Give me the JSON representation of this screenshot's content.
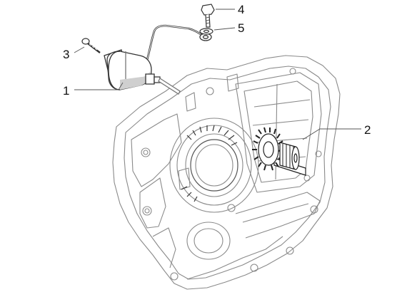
{
  "diagram": {
    "callouts": [
      {
        "id": "1",
        "label": "1"
      },
      {
        "id": "2",
        "label": "2"
      },
      {
        "id": "3",
        "label": "3"
      },
      {
        "id": "4",
        "label": "4"
      },
      {
        "id": "5",
        "label": "5"
      }
    ],
    "colors": {
      "line": "#7d7d7d",
      "dark": "#333333",
      "shade": "#d9d9d9",
      "background": "#ffffff"
    }
  }
}
